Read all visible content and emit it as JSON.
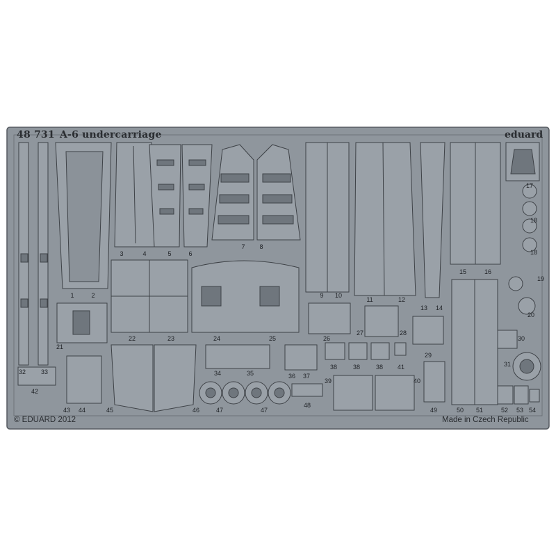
{
  "sheet": {
    "code": "48 731",
    "title": "A-6 undercarriage",
    "brand": "eduard",
    "copyright": "© EDUARD 2012",
    "origin": "Made in Czech Republic",
    "colors": {
      "metal": "#8e959c",
      "part": "#9aa1a8",
      "outline": "#3e4247",
      "recess": "#6f767d",
      "rivet": "#c9ced3"
    }
  },
  "part_numbers": [
    "1",
    "2",
    "3",
    "4",
    "5",
    "6",
    "7",
    "8",
    "9",
    "10",
    "11",
    "12",
    "13",
    "14",
    "15",
    "16",
    "17",
    "18",
    "18",
    "19",
    "20",
    "21",
    "22",
    "23",
    "24",
    "25",
    "26",
    "27",
    "28",
    "29",
    "30",
    "31",
    "32",
    "33",
    "34",
    "35",
    "36",
    "37",
    "38",
    "38",
    "38",
    "39",
    "40",
    "41",
    "42",
    "43",
    "44",
    "45",
    "46",
    "47",
    "47",
    "48",
    "49",
    "50",
    "51",
    "52",
    "53",
    "54"
  ]
}
